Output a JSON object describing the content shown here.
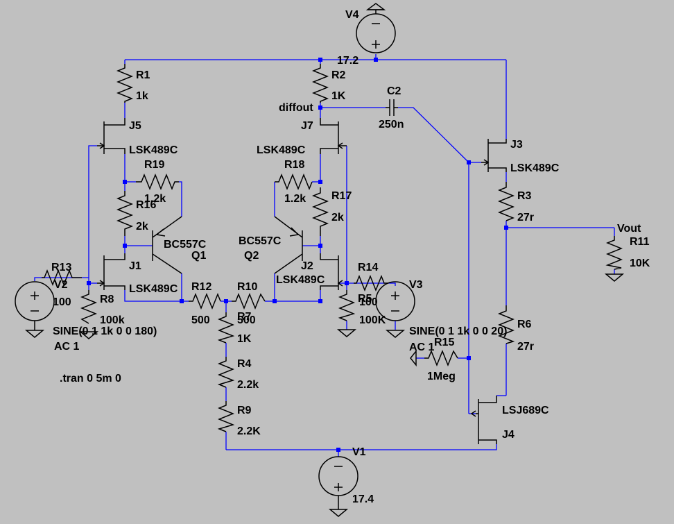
{
  "labels": {
    "V4": {
      "name": "V4",
      "value": "17.2"
    },
    "V1": {
      "name": "V1",
      "value": "17.4"
    },
    "V2": {
      "name": "V2",
      "value": "SINE(0 1 1k 0 0 180)",
      "ac": "AC 1"
    },
    "V3": {
      "name": "V3",
      "value": "SINE(0 1 1k 0 0 20)",
      "ac": "AC 1"
    },
    "R1": {
      "name": "R1",
      "value": "1k"
    },
    "R2": {
      "name": "R2",
      "value": "1K"
    },
    "R3": {
      "name": "R3",
      "value": "27r"
    },
    "R4": {
      "name": "R4",
      "value": "2.2k"
    },
    "R5": {
      "name": "R5",
      "value": "100K"
    },
    "R6": {
      "name": "R6",
      "value": "27r"
    },
    "R7": {
      "name": "R7",
      "value": "1K"
    },
    "R8": {
      "name": "R8",
      "value": "100k"
    },
    "R9": {
      "name": "R9",
      "value": "2.2K"
    },
    "R10": {
      "name": "R10",
      "value": "500"
    },
    "R11": {
      "name": "R11",
      "value": "10K"
    },
    "R12": {
      "name": "R12",
      "value": "500"
    },
    "R13": {
      "name": "R13",
      "value": "100"
    },
    "R14": {
      "name": "R14",
      "value": "100"
    },
    "R15": {
      "name": "R15",
      "value": "1Meg"
    },
    "R16": {
      "name": "R16",
      "value": "2k"
    },
    "R17": {
      "name": "R17",
      "value": "2k"
    },
    "R18": {
      "name": "R18",
      "value": "1.2k"
    },
    "R19": {
      "name": "R19",
      "value": "1.2k"
    },
    "C2": {
      "name": "C2",
      "value": "250n"
    },
    "J1": {
      "name": "J1",
      "value": "LSK489C"
    },
    "J2": {
      "name": "J2",
      "value": "LSK489C"
    },
    "J3": {
      "name": "J3",
      "value": "LSK489C"
    },
    "J4": {
      "name": "J4",
      "value": "LSJ689C"
    },
    "J5": {
      "name": "J5",
      "value": "LSK489C"
    },
    "J7": {
      "name": "J7",
      "value": "LSK489C"
    },
    "Q1": {
      "name": "Q1",
      "value": "BC557C"
    },
    "Q2": {
      "name": "Q2",
      "value": "BC557C"
    }
  },
  "nets": {
    "diffout": "diffout",
    "vout": "Vout"
  },
  "directive": ".tran 0 5m 0"
}
